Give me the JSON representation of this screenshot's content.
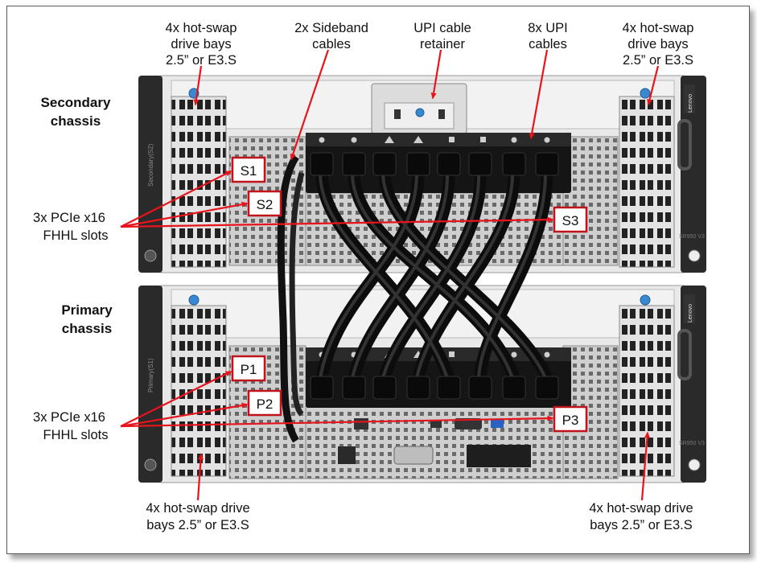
{
  "labels": {
    "secondary_chassis": [
      "Secondary",
      "chassis"
    ],
    "primary_chassis": [
      "Primary",
      "chassis"
    ],
    "top_left_bays": [
      "4x hot-swap",
      "drive bays",
      "2.5” or E3.S"
    ],
    "top_right_bays": [
      "4x hot-swap",
      "drive bays",
      "2.5” or E3.S"
    ],
    "sideband": [
      "2x Sideband",
      "cables"
    ],
    "retainer": [
      "UPI cable",
      "retainer"
    ],
    "upi_cables": [
      "8x UPI",
      "cables"
    ],
    "pcie_secondary": [
      "3x PCIe x16",
      "FHHL slots"
    ],
    "pcie_primary": [
      "3x PCIe x16",
      "FHHL slots"
    ],
    "bottom_left_bays": [
      "4x hot-swap drive",
      "bays 2.5” or E3.S"
    ],
    "bottom_right_bays": [
      "4x hot-swap drive",
      "bays 2.5” or E3.S"
    ]
  },
  "slots": {
    "s1": "S1",
    "s2": "S2",
    "s3": "S3",
    "p1": "P1",
    "p2": "P2",
    "p3": "P3"
  },
  "hardware_text": {
    "secondary_ear": "Secondary(S2)",
    "primary_ear": "Primary(S1)",
    "lenovo_top": "Lenovo",
    "lenovo_bottom": "Lenovo",
    "model_top": "SR950 V3",
    "model_bottom": "SR950 V3"
  },
  "colors": {
    "callout_red": "#e8141c",
    "cable_black": "#1c1c1c",
    "chassis_silver": "#d6d6d6",
    "handle_black": "#2a2a2a",
    "release_blue": "#3a88d0"
  }
}
